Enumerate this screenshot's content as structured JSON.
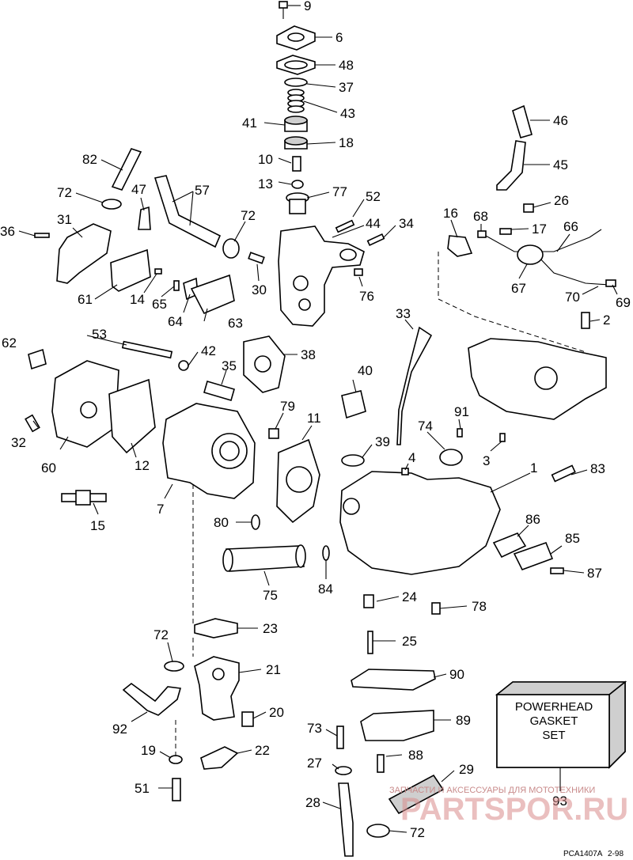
{
  "kit_box": {
    "line1": "POWERHEAD",
    "line2": "GASKET",
    "line3": "SET"
  },
  "footer": {
    "code": "PCA1407A",
    "date": "2-98"
  },
  "watermark": {
    "text": "ЗАПЧАСТИ И АКСЕССУАРЫ ДЛЯ МОТОТЕХНИКИ",
    "logo": "PARTSPOR.RU"
  },
  "callouts": [
    {
      "n": "9",
      "part": "cap-screw-9"
    },
    {
      "n": "6",
      "part": "cover-6"
    },
    {
      "n": "48",
      "part": "gasket-48"
    },
    {
      "n": "37",
      "part": "o-ring-37"
    },
    {
      "n": "43",
      "part": "spring-43"
    },
    {
      "n": "41",
      "part": "seal-41"
    },
    {
      "n": "18",
      "part": "seal-18"
    },
    {
      "n": "10",
      "part": "valve-10"
    },
    {
      "n": "13",
      "part": "spring-13"
    },
    {
      "n": "77",
      "part": "thermostat-77"
    },
    {
      "n": "52",
      "part": "screw-52"
    },
    {
      "n": "44",
      "part": "housing-44"
    },
    {
      "n": "34",
      "part": "screw-34"
    },
    {
      "n": "76",
      "part": "pin-76"
    },
    {
      "n": "82",
      "part": "hose-82"
    },
    {
      "n": "72",
      "part": "clamp-72a"
    },
    {
      "n": "47",
      "part": "fitting-47"
    },
    {
      "n": "57",
      "part": "hose-57"
    },
    {
      "n": "72",
      "part": "clamp-72b"
    },
    {
      "n": "31",
      "part": "bracket-31"
    },
    {
      "n": "36",
      "part": "screw-36"
    },
    {
      "n": "61",
      "part": "gasket-61"
    },
    {
      "n": "14",
      "part": "plug-14"
    },
    {
      "n": "65",
      "part": "pin-65"
    },
    {
      "n": "64",
      "part": "gasket-64"
    },
    {
      "n": "63",
      "part": "plate-63"
    },
    {
      "n": "30",
      "part": "valve-30"
    },
    {
      "n": "46",
      "part": "primer-46"
    },
    {
      "n": "45",
      "part": "fitting-45"
    },
    {
      "n": "26",
      "part": "plug-26"
    },
    {
      "n": "16",
      "part": "grommet-16"
    },
    {
      "n": "68",
      "part": "screw-68"
    },
    {
      "n": "17",
      "part": "screw-17"
    },
    {
      "n": "66",
      "part": "wire-66"
    },
    {
      "n": "67",
      "part": "connector-67"
    },
    {
      "n": "70",
      "part": "lead-70"
    },
    {
      "n": "69",
      "part": "terminal-69"
    },
    {
      "n": "2",
      "part": "screw-2"
    },
    {
      "n": "62",
      "part": "decal-62"
    },
    {
      "n": "53",
      "part": "bolt-53"
    },
    {
      "n": "42",
      "part": "washer-42"
    },
    {
      "n": "38",
      "part": "gasket-38"
    },
    {
      "n": "33",
      "part": "dipstick-33"
    },
    {
      "n": "35",
      "part": "sleeve-35"
    },
    {
      "n": "40",
      "part": "cap-40"
    },
    {
      "n": "60",
      "part": "cover-60"
    },
    {
      "n": "32",
      "part": "screw-32"
    },
    {
      "n": "12",
      "part": "gasket-12"
    },
    {
      "n": "79",
      "part": "dowel-79"
    },
    {
      "n": "11",
      "part": "gasket-11"
    },
    {
      "n": "39",
      "part": "o-ring-39"
    },
    {
      "n": "91",
      "part": "dowel-91"
    },
    {
      "n": "74",
      "part": "seal-74"
    },
    {
      "n": "3",
      "part": "dowel-3"
    },
    {
      "n": "4",
      "part": "plug-4"
    },
    {
      "n": "1",
      "part": "crankcase-1"
    },
    {
      "n": "83",
      "part": "stud-83"
    },
    {
      "n": "15",
      "part": "spark-plug-15"
    },
    {
      "n": "7",
      "part": "cylinder-head-7"
    },
    {
      "n": "80",
      "part": "o-ring-80"
    },
    {
      "n": "86",
      "part": "gasket-86"
    },
    {
      "n": "85",
      "part": "plate-85"
    },
    {
      "n": "87",
      "part": "screw-87"
    },
    {
      "n": "75",
      "part": "thermostat-housing-75"
    },
    {
      "n": "84",
      "part": "o-ring-84"
    },
    {
      "n": "24",
      "part": "dowel-24"
    },
    {
      "n": "78",
      "part": "dowel-78"
    },
    {
      "n": "72",
      "part": "clamp-72c"
    },
    {
      "n": "23",
      "part": "gasket-23"
    },
    {
      "n": "25",
      "part": "stud-25"
    },
    {
      "n": "21",
      "part": "housing-21"
    },
    {
      "n": "90",
      "part": "gasket-90"
    },
    {
      "n": "92",
      "part": "hose-92"
    },
    {
      "n": "20",
      "part": "fitting-20"
    },
    {
      "n": "73",
      "part": "pin-73"
    },
    {
      "n": "89",
      "part": "plate-89"
    },
    {
      "n": "19",
      "part": "washer-19"
    },
    {
      "n": "22",
      "part": "gasket-22"
    },
    {
      "n": "27",
      "part": "clamp-27"
    },
    {
      "n": "88",
      "part": "screw-88"
    },
    {
      "n": "29",
      "part": "filter-29"
    },
    {
      "n": "51",
      "part": "screw-51"
    },
    {
      "n": "28",
      "part": "hose-28"
    },
    {
      "n": "93",
      "part": "gasket-set-93"
    },
    {
      "n": "72",
      "part": "clamp-72d"
    }
  ]
}
